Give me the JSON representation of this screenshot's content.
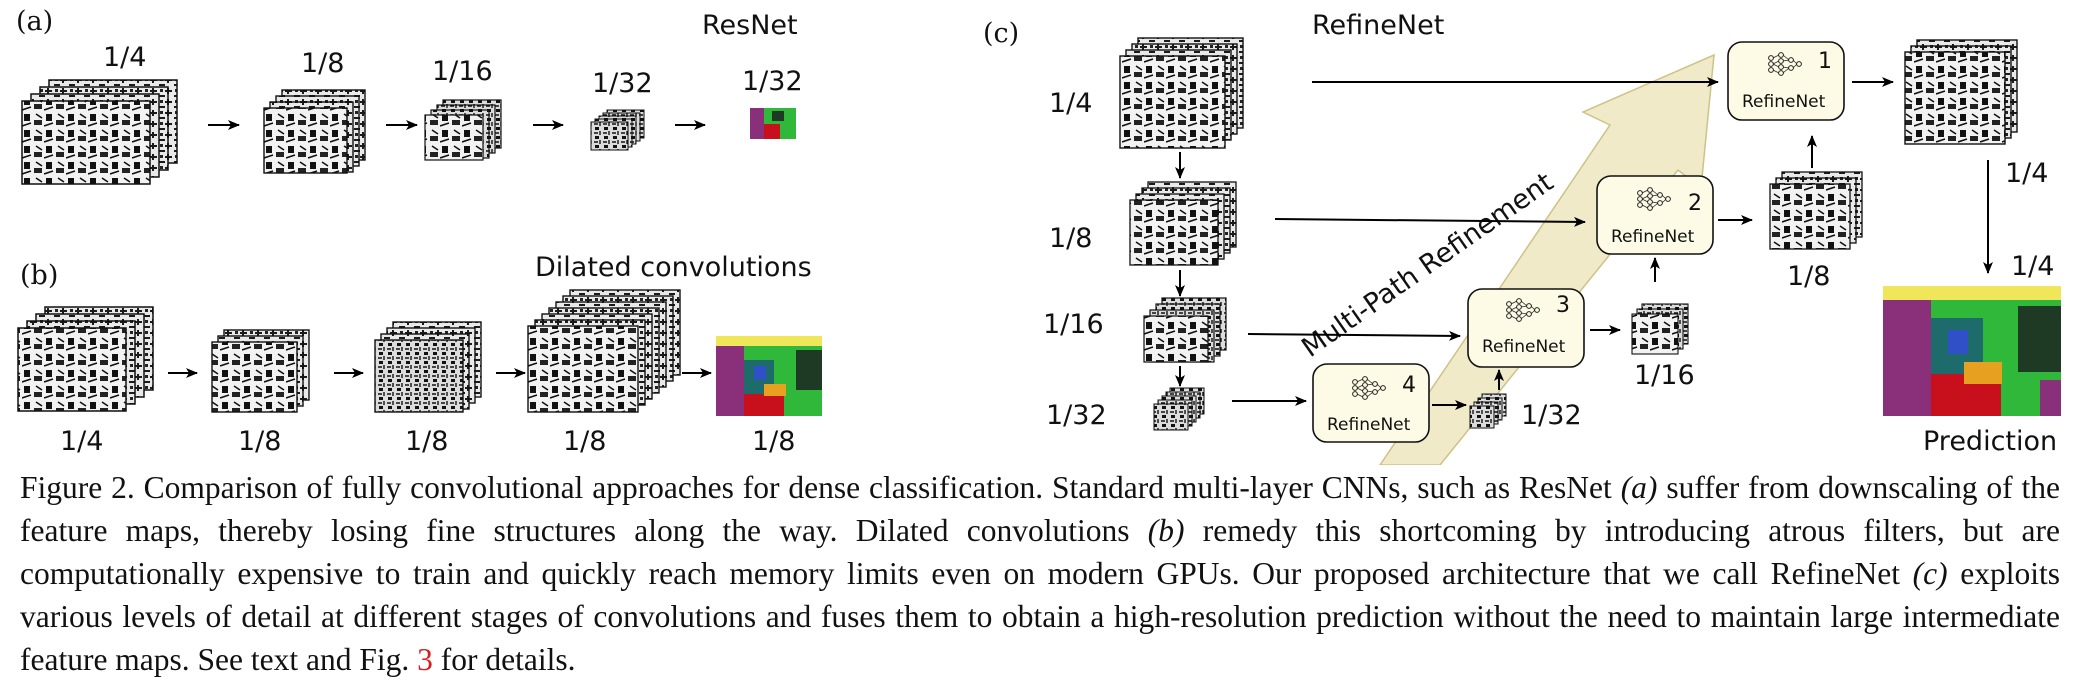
{
  "figure": {
    "panel_a": {
      "tag": "(a)",
      "title": "ResNet",
      "scales": [
        "1/4",
        "1/8",
        "1/16",
        "1/32",
        "1/32"
      ]
    },
    "panel_b": {
      "tag": "(b)",
      "title": "Dilated convolutions",
      "scales": [
        "1/4",
        "1/8",
        "1/8",
        "1/8",
        "1/8"
      ]
    },
    "panel_c": {
      "tag": "(c)",
      "title": "RefineNet",
      "backbone_scales": [
        "1/4",
        "1/8",
        "1/16",
        "1/32"
      ],
      "banner": "Multi-Path Refinement",
      "block_label": "RefineNet",
      "blocks": [
        "1",
        "2",
        "3",
        "4"
      ],
      "output_scales": [
        "1/4",
        "1/8",
        "1/16",
        "1/32"
      ],
      "prediction_scale": "1/4",
      "prediction_label": "Prediction"
    },
    "colors": {
      "banner_fill": "#efe8c4",
      "block_fill": "#fdfbe6",
      "seg_green": "#2fb83a",
      "seg_purple": "#8a2f7a",
      "seg_red": "#c8101c",
      "seg_dark": "#1e3a24"
    }
  },
  "caption": {
    "part1": "Figure 2. Comparison of fully convolutional approaches for dense classification. Standard multi-layer CNNs, such as ResNet ",
    "ref_a": "(a)",
    "part2": " suffer from downscaling of the feature maps, thereby losing fine structures along the way. Dilated convolutions ",
    "ref_b": "(b)",
    "part3": " remedy this shortcoming by introducing atrous filters, but are computationally expensive to train and quickly reach memory limits even on modern GPUs. Our proposed architecture that we call RefineNet ",
    "ref_c": "(c)",
    "part4": " exploits various levels of detail at different stages of convolutions and fuses them to obtain a high-resolution prediction without the need to maintain large intermediate feature maps. See text and Fig. ",
    "fig_ref": "3",
    "part5": " for details."
  }
}
